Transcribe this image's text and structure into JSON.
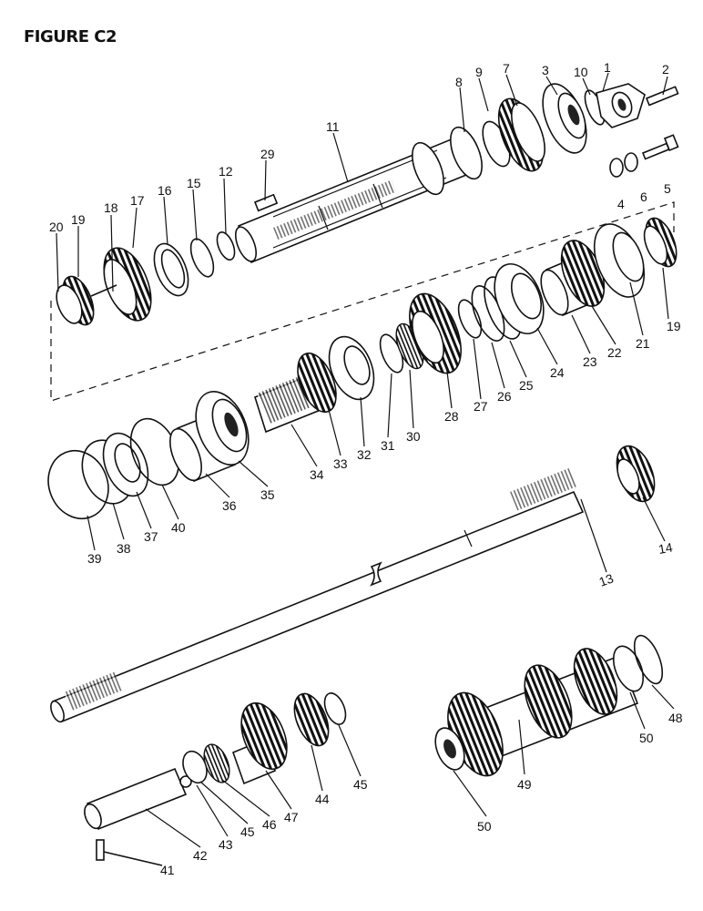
{
  "figure_title": "FIGURE C2",
  "callouts": [
    "1",
    "2",
    "3",
    "4",
    "5",
    "6",
    "7",
    "8",
    "9",
    "10",
    "11",
    "12",
    "13",
    "14",
    "15",
    "16",
    "17",
    "18",
    "19",
    "20",
    "21",
    "22",
    "23",
    "24",
    "25",
    "26",
    "27",
    "28",
    "29",
    "30",
    "31",
    "32",
    "33",
    "34",
    "35",
    "36",
    "37",
    "38",
    "39",
    "40",
    "41",
    "42",
    "43",
    "44",
    "45",
    "46",
    "47",
    "48",
    "49",
    "50"
  ]
}
